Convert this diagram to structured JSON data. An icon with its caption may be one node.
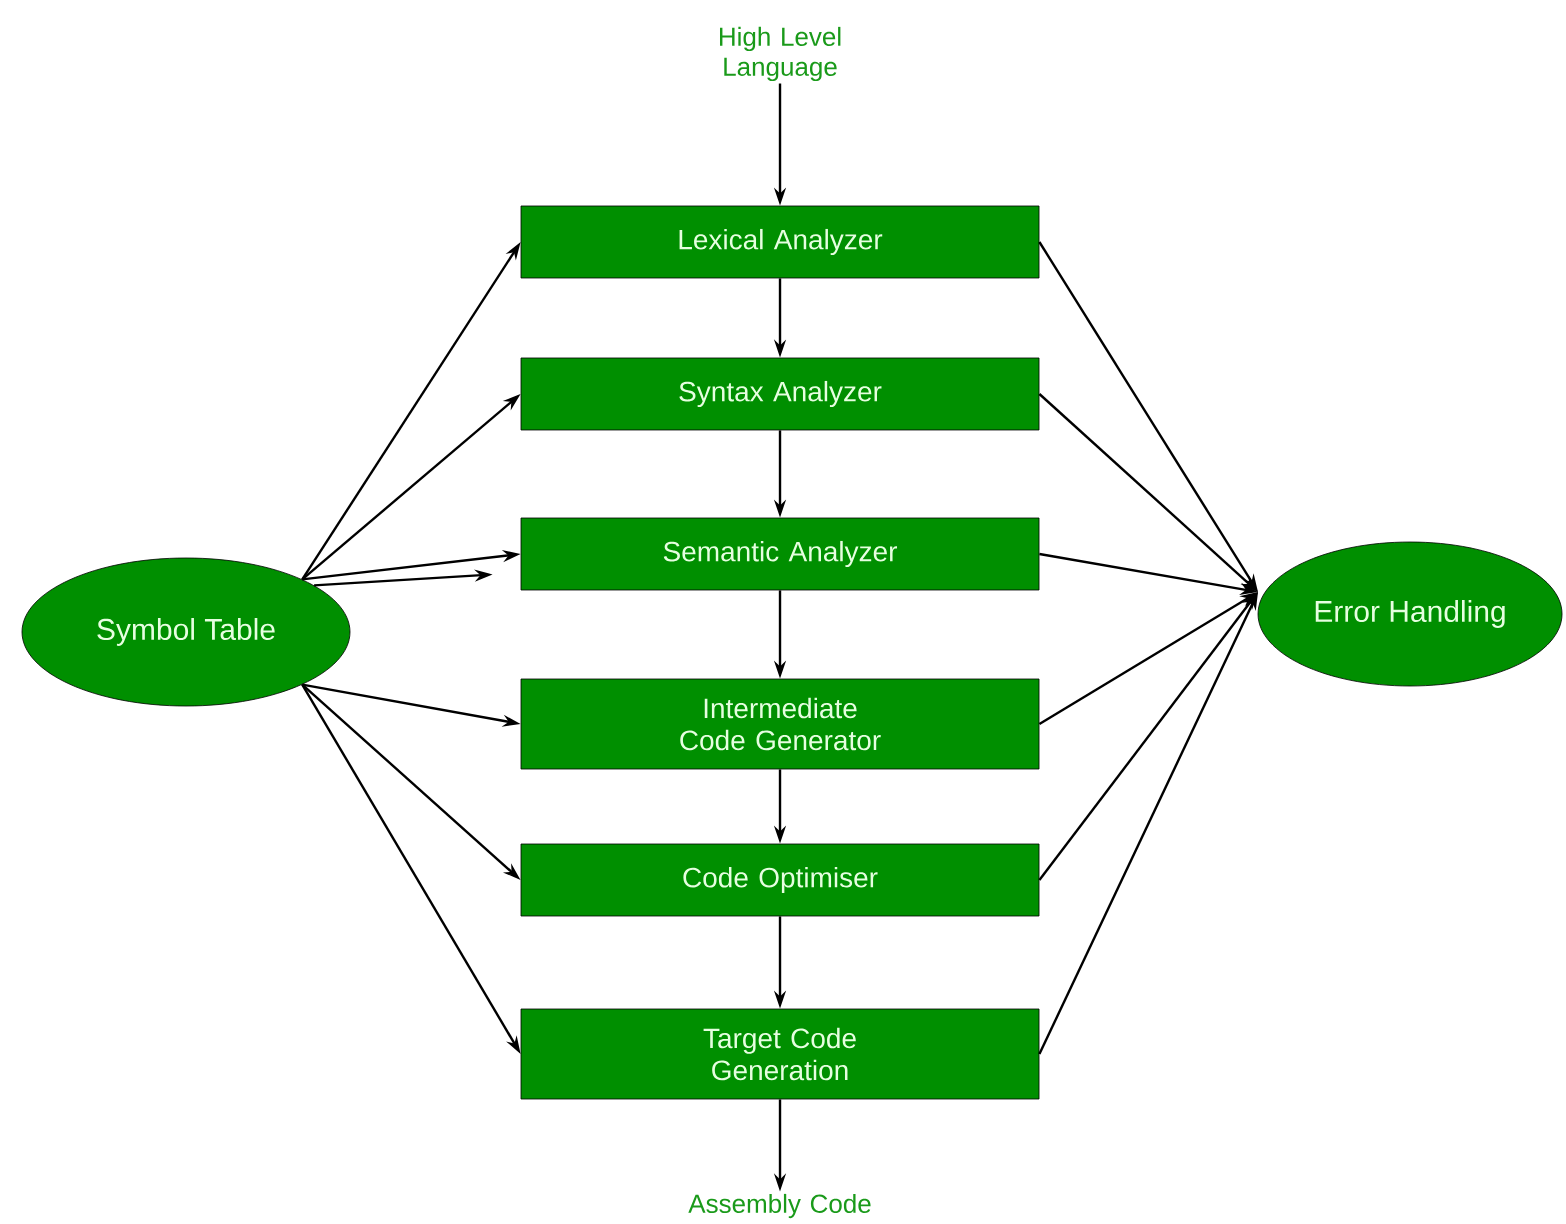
{
  "diagram": {
    "nodes": [
      {
        "text": [
          "High Level Language"
        ]
      },
      {
        "text": [
          "Symbol Table"
        ]
      },
      {
        "text": [
          "Lexical Analyzer"
        ]
      },
      {
        "text": [
          "Syntax Analyzer"
        ]
      },
      {
        "text": [
          "Semantic Analyzer"
        ]
      },
      {
        "text": [
          "Intermediate Code Generator"
        ]
      },
      {
        "text": [
          "Code Optimiser"
        ]
      },
      {
        "text": [
          "Target Code Generation"
        ]
      },
      {
        "text": [
          "Error Handling"
        ]
      },
      {
        "text": [
          "Assembly Code"
        ]
      }
    ],
    "edges": [
      {
        "from": 0,
        "to": 2,
        "arrow": "to"
      },
      {
        "from": 2,
        "to": 3,
        "arrow": "to"
      },
      {
        "from": 3,
        "to": 4,
        "arrow": "to"
      },
      {
        "from": 4,
        "to": 5,
        "arrow": "to"
      },
      {
        "from": 5,
        "to": 6,
        "arrow": "to"
      },
      {
        "from": 6,
        "to": 7,
        "arrow": "to"
      },
      {
        "from": 7,
        "to": 9,
        "arrow": "to"
      },
      {
        "from": 1,
        "to": 2,
        "arrow": "to"
      },
      {
        "from": 1,
        "to": 3,
        "arrow": "to"
      },
      {
        "from": 1,
        "to": 4,
        "arrow": "to"
      },
      {
        "from": 1,
        "to": 4,
        "arrow": "to"
      },
      {
        "from": 1,
        "to": 5,
        "arrow": "to"
      },
      {
        "from": 1,
        "to": 6,
        "arrow": "to"
      },
      {
        "from": 1,
        "to": 7,
        "arrow": "to"
      },
      {
        "from": 2,
        "to": 8,
        "arrow": "to"
      },
      {
        "from": 3,
        "to": 8,
        "arrow": "to"
      },
      {
        "from": 4,
        "to": 8,
        "arrow": "to"
      },
      {
        "from": 5,
        "to": 8,
        "arrow": "to"
      },
      {
        "from": 6,
        "to": 8,
        "arrow": "to"
      },
      {
        "from": 7,
        "to": 8,
        "arrow": "to"
      }
    ]
  }
}
